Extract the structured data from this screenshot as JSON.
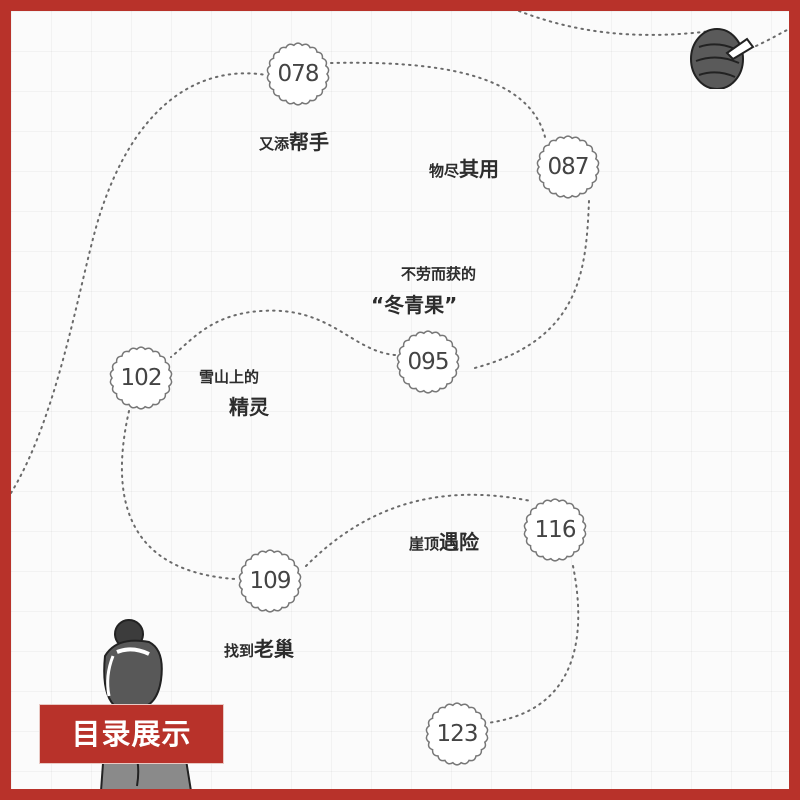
{
  "toc": {
    "entries": [
      {
        "page": "078",
        "title_small": "又添",
        "title_big": "帮手"
      },
      {
        "page": "087",
        "title_small": "物尽",
        "title_big": "其用"
      },
      {
        "page": "095",
        "title_line1": "不劳而获的",
        "title_line2": "“冬青果”"
      },
      {
        "page": "102",
        "title_line1": "雪山上的",
        "title_line2": "精灵"
      },
      {
        "page": "109",
        "title_small": "找到",
        "title_big": "老巢"
      },
      {
        "page": "116",
        "title_small": "崖顶",
        "title_big": "遇险"
      },
      {
        "page": "123"
      }
    ]
  },
  "tag": {
    "label": "目录展示"
  },
  "colors": {
    "frame": "#b8322a",
    "paper": "#fbfbfb",
    "ink": "#444444"
  },
  "icons": [
    "mushroom-icon",
    "character-illustration"
  ]
}
